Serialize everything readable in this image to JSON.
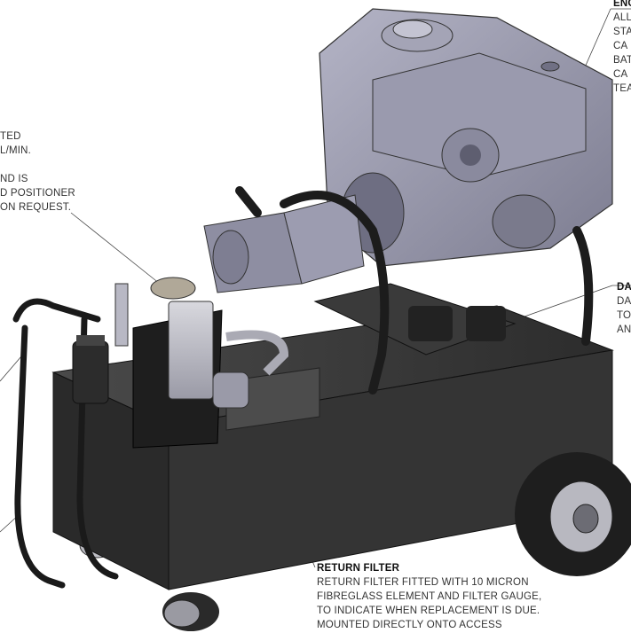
{
  "callouts": {
    "engine": {
      "heading": "ENG",
      "lines": [
        "ALL",
        "STA",
        "CA",
        "BAT",
        "CA",
        "TEA"
      ]
    },
    "pump_left": {
      "lines": [
        "TED",
        "L/MIN.",
        "",
        "ND IS",
        "D POSITIONER",
        "ON REQUEST."
      ]
    },
    "damper": {
      "heading": "DA",
      "lines": [
        "DA",
        "TO",
        "AN"
      ]
    },
    "return_filter": {
      "heading": "RETURN FILTER",
      "lines": [
        "RETURN FILTER FITTED WITH 10 MICRON",
        "FIBREGLASS ELEMENT AND FILTER GAUGE,",
        "TO INDICATE WHEN REPLACEMENT IS DUE.",
        "MOUNTED DIRECTLY ONTO ACCESS"
      ]
    }
  },
  "colors": {
    "tank": "#3a3a3a",
    "engine": "#8c8ca0",
    "hose": "#222222",
    "leader": "#444444"
  }
}
